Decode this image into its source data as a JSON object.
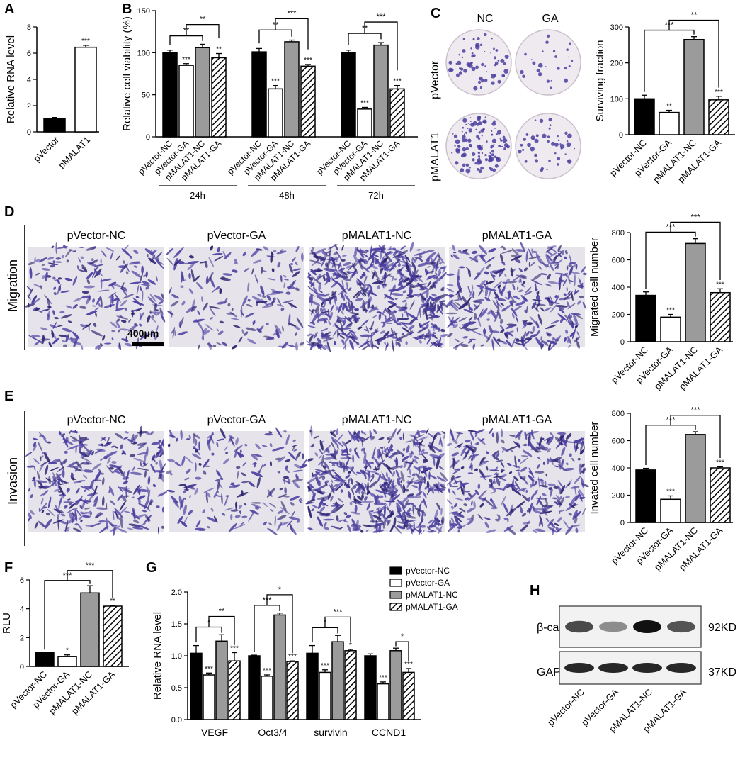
{
  "panels": {
    "A": "A",
    "B": "B",
    "C": "C",
    "D": "D",
    "E": "E",
    "F": "F",
    "G": "G",
    "H": "H"
  },
  "colony": {
    "col_labels": [
      "NC",
      "GA"
    ],
    "row_labels": [
      "pVector",
      "pMALAT1"
    ]
  },
  "migration": {
    "row_label": "Migration",
    "col_labels": [
      "pVector-NC",
      "pVector-GA",
      "pMALAT1-NC",
      "pMALAT1-GA"
    ],
    "scale_bar": "400μm"
  },
  "invasion": {
    "row_label": "Invasion",
    "col_labels": [
      "pVector-NC",
      "pVector-GA",
      "pMALAT1-NC",
      "pMALAT1-GA"
    ]
  },
  "western": {
    "bands": [
      "β-catenin",
      "GAPDH"
    ],
    "sizes": [
      "92KD",
      "37KD"
    ],
    "lanes": [
      "pVector-NC",
      "pVector-GA",
      "pMALAT1-NC",
      "pMALAT1-GA"
    ]
  },
  "colors": {
    "black": "#000000",
    "white": "#ffffff",
    "gray": "#9b9b9b",
    "stain": "#4a3fa0"
  },
  "chart_data": [
    {
      "id": "A",
      "type": "bar",
      "categories": [
        "pVector",
        "pMALAT1"
      ],
      "values": [
        1.0,
        6.45
      ],
      "errors": [
        0.1,
        0.15
      ],
      "ylabel": "Relative RNA level",
      "ylim": [
        0,
        8
      ],
      "yticks": [
        0,
        2,
        4,
        6,
        8
      ],
      "fills": [
        "black",
        "white"
      ],
      "sig": [
        "",
        "***"
      ]
    },
    {
      "id": "B",
      "type": "bar",
      "categories": [
        "pVector-NC",
        "pVector-GA",
        "pMALAT1-NC",
        "pMALAT1-GA"
      ],
      "groups": [
        "24h",
        "48h",
        "72h"
      ],
      "values": [
        [
          100,
          85,
          106,
          94
        ],
        [
          101,
          57,
          113,
          84
        ],
        [
          100,
          33,
          109,
          57
        ]
      ],
      "errors": [
        [
          3,
          2,
          4,
          5
        ],
        [
          4,
          4,
          2,
          2
        ],
        [
          3,
          2,
          3,
          4
        ]
      ],
      "sig": [
        [
          "",
          "***",
          "",
          "**"
        ],
        [
          "",
          "***",
          "",
          "***"
        ],
        [
          "",
          "***",
          "",
          "***"
        ]
      ],
      "ylabel": "Relative cell viability (%)",
      "ylim": [
        0,
        150
      ],
      "yticks": [
        0,
        50,
        100,
        150
      ],
      "brackets": [
        [
          "**",
          "**"
        ],
        [
          "**",
          "***"
        ],
        [
          "**",
          "***"
        ]
      ]
    },
    {
      "id": "C",
      "type": "bar",
      "categories": [
        "pVector-NC",
        "pVector-GA",
        "pMALAT1-NC",
        "pMALAT1-GA"
      ],
      "values": [
        100,
        62,
        265,
        97
      ],
      "errors": [
        10,
        6,
        8,
        10
      ],
      "sig": [
        "",
        "**",
        "",
        "***"
      ],
      "ylabel": "Surviving fraction",
      "ylim": [
        0,
        300
      ],
      "yticks": [
        0,
        100,
        200,
        300
      ],
      "brackets": [
        "***",
        "**"
      ]
    },
    {
      "id": "D",
      "type": "bar",
      "categories": [
        "pVector-NC",
        "pVector-GA",
        "pMALAT1-NC",
        "pMALAT1-GA"
      ],
      "values": [
        340,
        180,
        720,
        360
      ],
      "errors": [
        25,
        20,
        35,
        28
      ],
      "sig": [
        "",
        "***",
        "",
        "***"
      ],
      "ylabel": "Migrated cell number",
      "ylim": [
        0,
        800
      ],
      "yticks": [
        0,
        200,
        400,
        600,
        800
      ],
      "brackets": [
        "***",
        "***"
      ]
    },
    {
      "id": "E",
      "type": "bar",
      "categories": [
        "pVector-NC",
        "pVector-GA",
        "pMALAT1-NC",
        "pMALAT1-GA"
      ],
      "values": [
        385,
        170,
        645,
        400
      ],
      "errors": [
        12,
        25,
        20,
        8
      ],
      "sig": [
        "",
        "***",
        "",
        "***"
      ],
      "ylabel": "Invated cell number",
      "ylim": [
        0,
        800
      ],
      "yticks": [
        0,
        200,
        400,
        600,
        800
      ],
      "brackets": [
        "***",
        "***"
      ]
    },
    {
      "id": "F",
      "type": "bar",
      "categories": [
        "pVector-NC",
        "pVector-GA",
        "pMALAT1-NC",
        "pMALAT1-GA"
      ],
      "values": [
        0.95,
        0.68,
        5.1,
        4.18
      ],
      "errors": [
        0.04,
        0.12,
        0.5,
        0.04
      ],
      "sig": [
        "",
        "*",
        "",
        "**"
      ],
      "ylabel": "RLU",
      "ylim": [
        0,
        6
      ],
      "yticks": [
        0,
        2,
        4,
        6
      ],
      "brackets": [
        "***",
        "***"
      ]
    },
    {
      "id": "G",
      "type": "bar",
      "groups": [
        "VEGF",
        "Oct3/4",
        "survivin",
        "CCND1"
      ],
      "series": [
        {
          "name": "pVector-NC",
          "values": [
            1.04,
            1.0,
            1.04,
            1.0
          ]
        },
        {
          "name": "pVector-GA",
          "values": [
            0.7,
            0.68,
            0.74,
            0.56
          ]
        },
        {
          "name": "pMALAT1-NC",
          "values": [
            1.23,
            1.64,
            1.22,
            1.08
          ]
        },
        {
          "name": "pMALAT1-GA",
          "values": [
            0.92,
            0.91,
            1.08,
            0.74
          ]
        }
      ],
      "errors": [
        [
          0.12,
          0.01,
          0.12,
          0.03
        ],
        [
          0.03,
          0.02,
          0.04,
          0.03
        ],
        [
          0.1,
          0.03,
          0.1,
          0.04
        ],
        [
          0.13,
          0.01,
          0.02,
          0.06
        ]
      ],
      "sig": [
        [
          "",
          "***",
          "",
          "***"
        ],
        [
          "",
          "***",
          "",
          "***"
        ],
        [
          "",
          "***",
          "",
          "*"
        ],
        [
          "",
          "***",
          "",
          "***"
        ]
      ],
      "brackets": [
        [
          "*",
          "**"
        ],
        [
          "***",
          "*"
        ],
        [
          "*",
          "***"
        ],
        [
          "",
          "*"
        ]
      ],
      "ylabel": "Relative RNA level",
      "ylim": [
        0,
        2.0
      ],
      "yticks": [
        0.0,
        0.5,
        1.0,
        1.5,
        2.0
      ]
    }
  ]
}
